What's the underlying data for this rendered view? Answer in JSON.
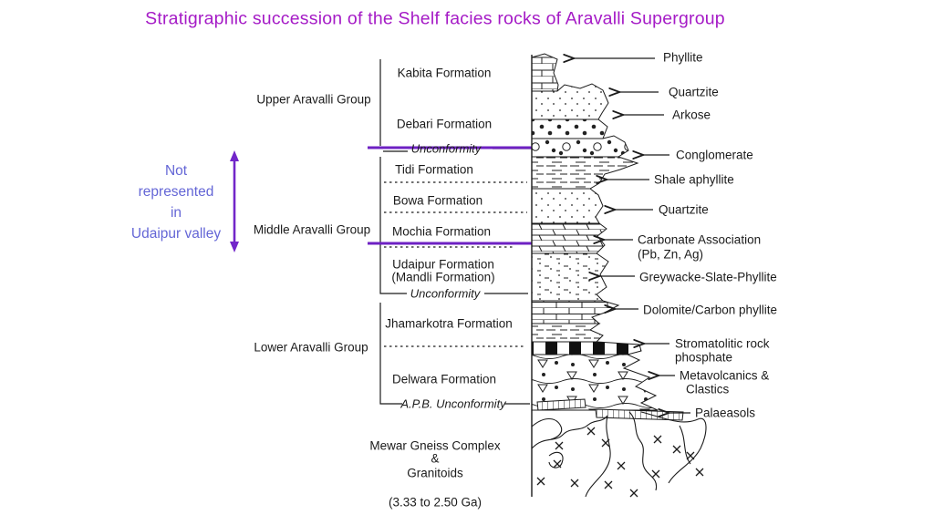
{
  "title": "Stratigraphic succession of the Shelf facies rocks of Aravalli Supergroup",
  "colors": {
    "title_purple": "#a51bc6",
    "note_blue": "#6466d6",
    "unconformity_purple": "#6e21c3",
    "ink": "#1b1b1b",
    "background": "#ffffff"
  },
  "side_note": {
    "lines": [
      "Not",
      "represented",
      "in",
      "Udaipur valley"
    ]
  },
  "groups": [
    {
      "label": "Upper Aravalli Group"
    },
    {
      "label": "Middle Aravalli Group"
    },
    {
      "label": "Lower Aravalli Group"
    }
  ],
  "formations": [
    {
      "name": "Kabita Formation"
    },
    {
      "name": "Debari Formation"
    },
    {
      "name": "Tidi Formation"
    },
    {
      "name": "Bowa Formation"
    },
    {
      "name": "Mochia Formation"
    },
    {
      "name": "Udaipur Formation",
      "name2": "(Mandli Formation)"
    },
    {
      "name": "Jhamarkotra Formation"
    },
    {
      "name": "Delwara Formation"
    }
  ],
  "unconformities": [
    {
      "label": "Unconformity"
    },
    {
      "label": "Unconformity"
    },
    {
      "label": "A.P.B. Unconformity"
    }
  ],
  "basement": {
    "lines": [
      "Mewar Gneiss Complex",
      "&",
      "Granitoids"
    ],
    "age": "(3.33 to 2.50 Ga)"
  },
  "rock_labels": [
    {
      "text": "Phyllite"
    },
    {
      "text": "Quartzite"
    },
    {
      "text": "Arkose"
    },
    {
      "text": "Conglomerate"
    },
    {
      "text": "Shale aphyllite"
    },
    {
      "text": "Quartzite"
    },
    {
      "text": "Carbonate Association",
      "text2": "(Pb, Zn, Ag)"
    },
    {
      "text": "Greywacke-Slate-Phyllite"
    },
    {
      "text": "Dolomite/Carbon phyllite"
    },
    {
      "text": "Stromatolitic rock",
      "text2": "phosphate"
    },
    {
      "text": "Metavolcanics &",
      "text2": "Clastics"
    },
    {
      "text": "Palaeasols"
    }
  ]
}
